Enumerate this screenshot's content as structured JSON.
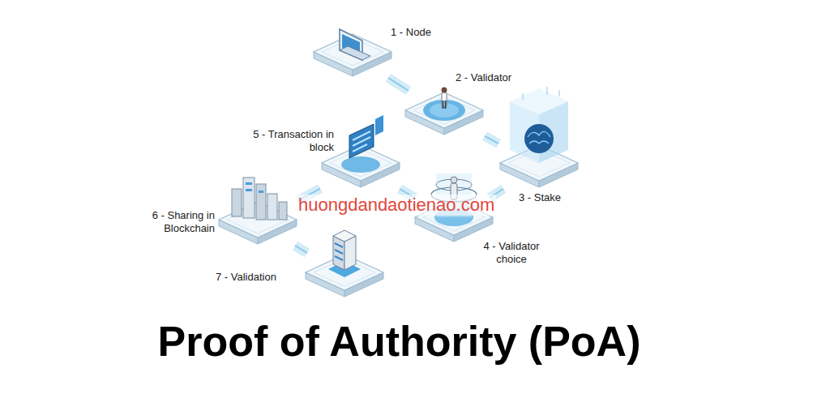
{
  "diagram": {
    "title": "Proof of Authority (PoA)",
    "nodes": [
      {
        "text": [
          "1 - Node"
        ]
      },
      {
        "text": [
          "2 - Validator"
        ]
      },
      {
        "text": [
          "3 - Stake"
        ]
      },
      {
        "text": [
          "4 - Validator choice"
        ]
      },
      {
        "text": [
          "5 - Transaction in block"
        ]
      },
      {
        "text": [
          "6 - Sharing in Blockchain"
        ]
      },
      {
        "text": [
          "7 - Validation"
        ]
      }
    ],
    "edges": [
      {
        "from": 0,
        "to": 1,
        "arrow": "none"
      },
      {
        "from": 1,
        "to": 2,
        "arrow": "none"
      },
      {
        "from": 2,
        "to": 3,
        "arrow": "none"
      },
      {
        "from": 3,
        "to": 4,
        "arrow": "none"
      },
      {
        "from": 4,
        "to": 5,
        "arrow": "none"
      },
      {
        "from": 5,
        "to": 6,
        "arrow": "none"
      }
    ],
    "labels": [
      "huongdandaotienao.com"
    ]
  }
}
